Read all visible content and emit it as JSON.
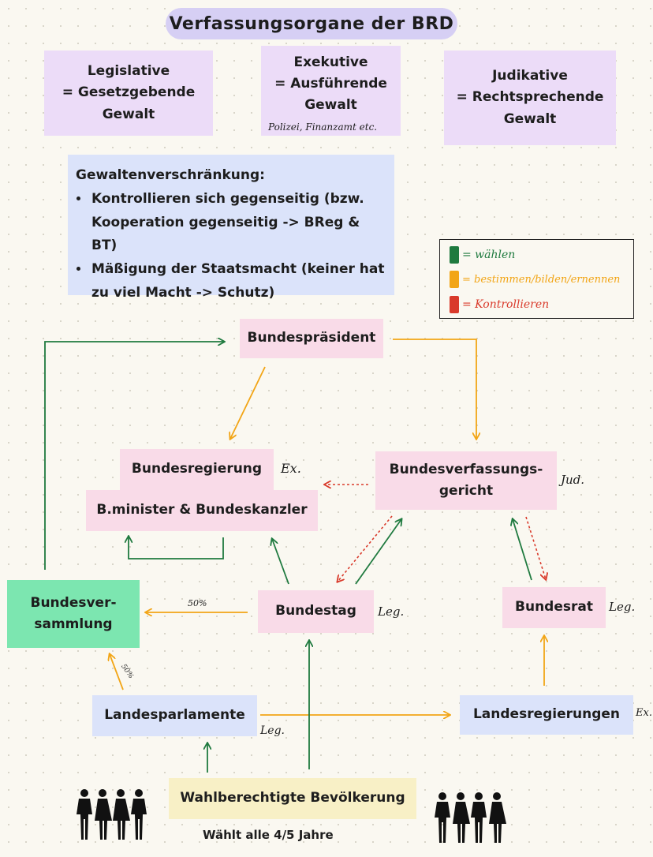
{
  "title": "Verfassungsorgane der BRD",
  "gewalten": {
    "legislative": [
      "Legislative",
      "= Gesetzgebende",
      "Gewalt"
    ],
    "exekutive": [
      "Exekutive",
      "= Ausführende",
      "Gewalt"
    ],
    "exekutive_note": "Polizei, Finanzamt etc.",
    "judikative": [
      "Judikative",
      "= Rechtsprechende",
      "Gewalt"
    ]
  },
  "gewaltenverschraenkung": {
    "heading": "Gewaltenverschränkung:",
    "items": [
      "Kontrollieren sich gegenseitig (bzw. Kooperation gegenseitig -> BReg & BT)",
      "Mäßigung der Staatsmacht (keiner hat zu viel Macht -> Schutz)"
    ]
  },
  "legend": {
    "items": [
      {
        "label": "= wählen",
        "color": "#1f7a3f"
      },
      {
        "label": "= bestimmen/bilden/ernennen",
        "color": "#f2a516"
      },
      {
        "label": "= Kontrollieren",
        "color": "#d93a2b"
      }
    ]
  },
  "organs": {
    "bundespraesident": "Bundespräsident",
    "bundesregierung": "Bundesregierung",
    "bundesregierung_tag": "Ex.",
    "minister_kanzler": "B.minister & Bundeskanzler",
    "bverfg": [
      "Bundesverfassungs-",
      "gericht"
    ],
    "bverfg_tag": "Jud.",
    "bundesversammlung": [
      "Bundesver-",
      "sammlung"
    ],
    "bundestag": "Bundestag",
    "bundestag_tag": "Leg.",
    "bundesrat": "Bundesrat",
    "bundesrat_tag": "Leg.",
    "landesparlamente": "Landesparlamente",
    "landesparlamente_tag": "Leg.",
    "landesregierungen": "Landesregierungen",
    "landesregierungen_tag": "Ex.",
    "bevoelkerung": "Wahlberechtigte Bevölkerung",
    "wahl_info": "Wählt alle 4/5 Jahre"
  },
  "arrow_labels": {
    "bundestag_share": "50%",
    "landesparlamente_share": "50%"
  },
  "colors": {
    "waehlen": "#1f7a3f",
    "bestimmen": "#f2a516",
    "kontrollieren": "#d93a2b"
  }
}
